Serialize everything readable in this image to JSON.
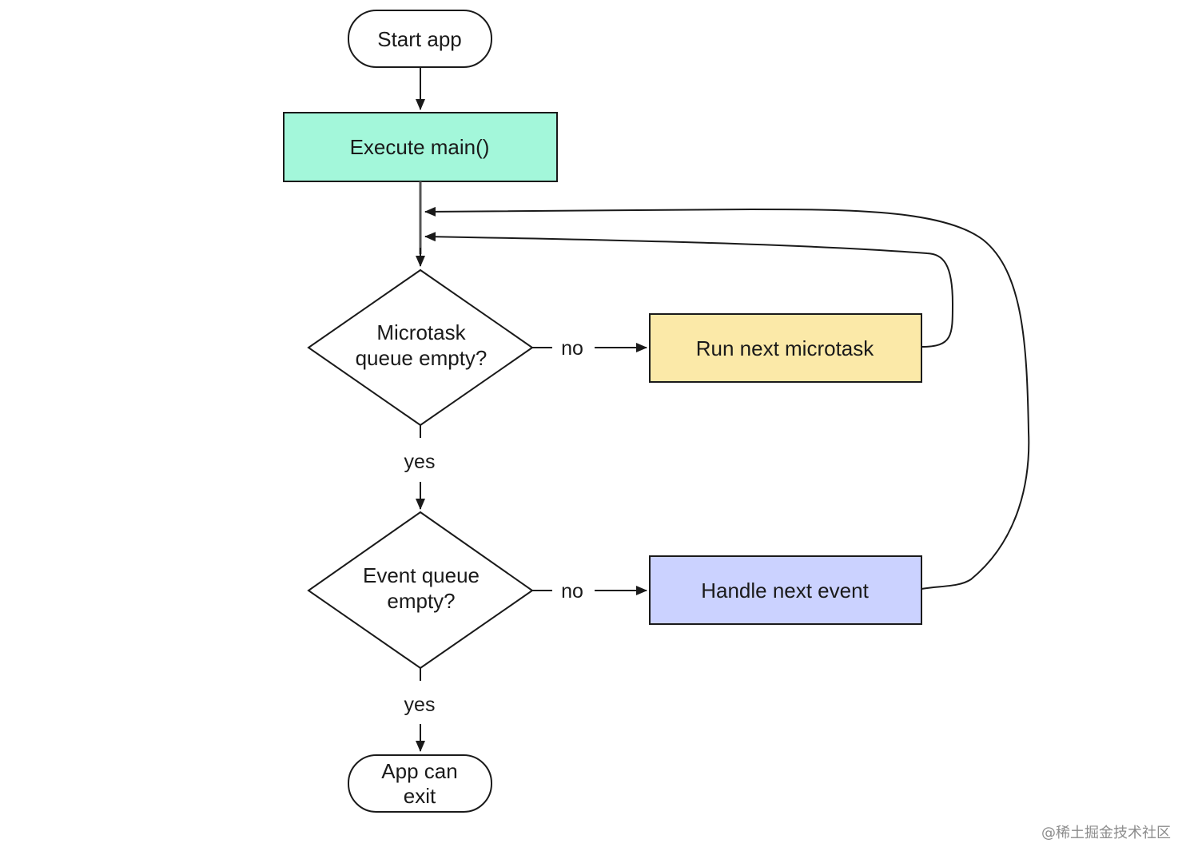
{
  "nodes": {
    "start": {
      "label": "Start app"
    },
    "execute_main": {
      "label": "Execute main()",
      "fill": "#a3f7da"
    },
    "microtask_decision": {
      "line1": "Microtask",
      "line2": "queue empty?"
    },
    "run_microtask": {
      "label": "Run next microtask",
      "fill": "#fbe9a8"
    },
    "event_decision": {
      "line1": "Event queue",
      "line2": "empty?"
    },
    "handle_event": {
      "label": "Handle next event",
      "fill": "#cbd2ff"
    },
    "exit": {
      "line1": "App can",
      "line2": "exit"
    }
  },
  "edges": {
    "microtask_no": "no",
    "microtask_yes": "yes",
    "event_no": "no",
    "event_yes": "yes"
  },
  "watermark": "@稀土掘金技术社区",
  "colors": {
    "stroke": "#1a1a1a",
    "background": "#ffffff"
  }
}
